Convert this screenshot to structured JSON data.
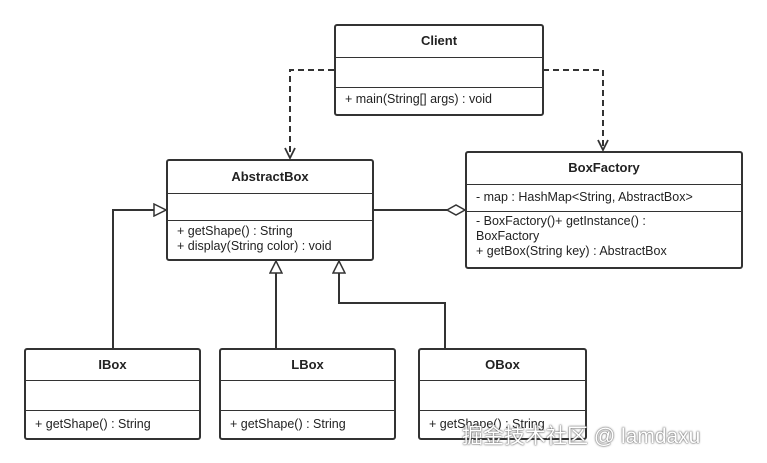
{
  "diagram": {
    "classes": {
      "client": {
        "name": "Client",
        "attributes": [],
        "operations": [
          "+ main(String[] args) : void"
        ]
      },
      "abstract_box": {
        "name": "AbstractBox",
        "attributes": [],
        "operations": [
          "+ getShape() : String",
          "+ display(String color) : void"
        ]
      },
      "box_factory": {
        "name": "BoxFactory",
        "attributes": [
          "- map : HashMap<String, AbstractBox>"
        ],
        "operations": [
          "- BoxFactory()+ getInstance() : BoxFactory",
          "+ getBox(String key) : AbstractBox"
        ]
      },
      "ibox": {
        "name": "IBox",
        "attributes": [],
        "operations": [
          "+ getShape() : String"
        ]
      },
      "lbox": {
        "name": "LBox",
        "attributes": [],
        "operations": [
          "+ getShape() : String"
        ]
      },
      "obox": {
        "name": "OBox",
        "attributes": [],
        "operations": [
          "+ getShape() : String"
        ]
      }
    },
    "relationships": [
      {
        "from": "client",
        "to": "abstract_box",
        "type": "dependency"
      },
      {
        "from": "client",
        "to": "box_factory",
        "type": "dependency"
      },
      {
        "from": "box_factory",
        "to": "abstract_box",
        "type": "aggregation"
      },
      {
        "from": "ibox",
        "to": "abstract_box",
        "type": "generalization"
      },
      {
        "from": "lbox",
        "to": "abstract_box",
        "type": "generalization"
      },
      {
        "from": "obox",
        "to": "abstract_box",
        "type": "generalization"
      }
    ],
    "colors": {
      "stroke": "#333333",
      "text": "#222222",
      "background": "#ffffff"
    }
  },
  "watermark": {
    "text": "掘金技术社区 @ lamdaxu"
  }
}
